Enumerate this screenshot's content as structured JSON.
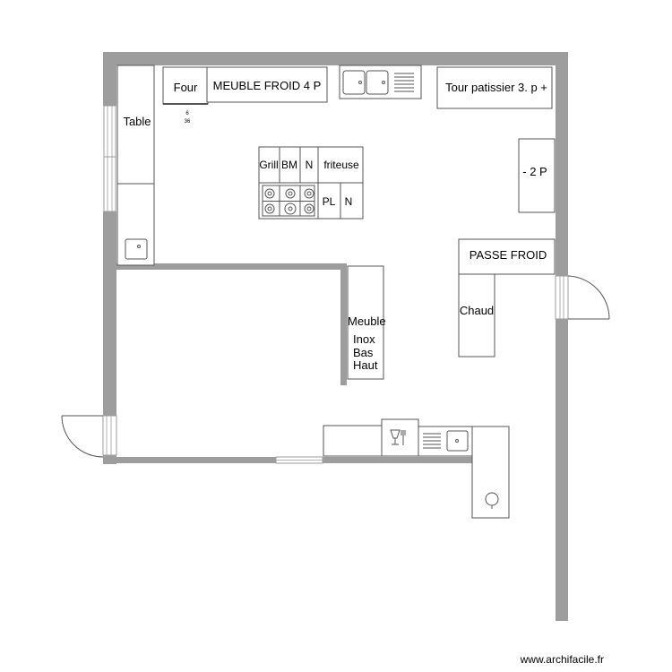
{
  "plan": {
    "labels": {
      "four": "Four",
      "meuble_froid": "MEUBLE FROID 4 P",
      "tour_patissier": "Tour patissier 3. p +",
      "table": "Table",
      "grill": "Grill",
      "bm": "BM",
      "n1": "N",
      "friteuse": "friteuse",
      "pl": "PL",
      "n2": "N",
      "two_p": "- 2 P",
      "passe_froid": "PASSE FROID",
      "chaud": "Chaud",
      "meuble_line1": "Meuble",
      "meuble_line2": "Inox",
      "meuble_line3": "Bas",
      "meuble_line4": "Haut",
      "small_marks": "6\n36"
    },
    "watermark": "www.archifacile.fr"
  },
  "colors": {
    "wall": "#9d9d9d",
    "stroke": "#555555",
    "background": "#ffffff"
  }
}
